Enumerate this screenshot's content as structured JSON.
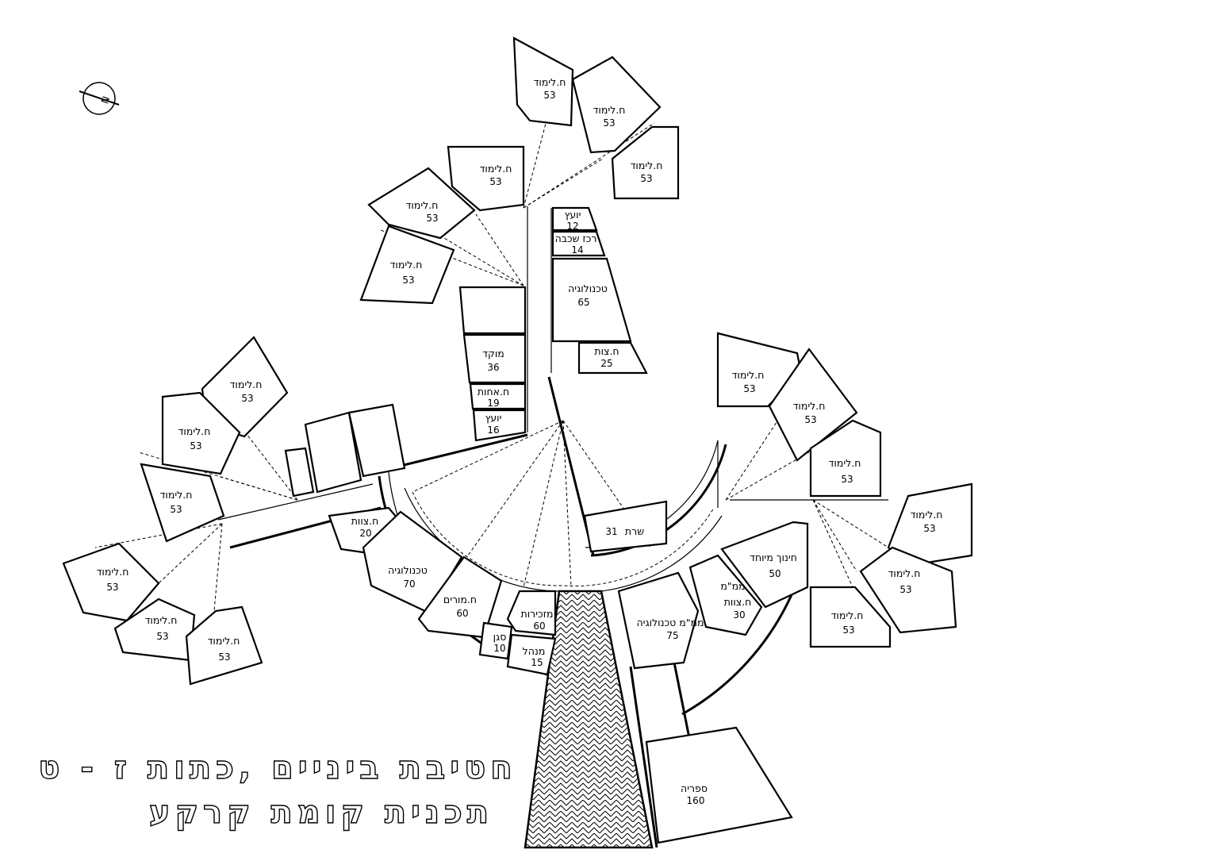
{
  "title": {
    "line1": "חטיבת ביניים ,כתות ז - ט",
    "line2": "תכנית קומת קרקע"
  },
  "north_arrow": {
    "label": "N"
  },
  "rooms": [
    {
      "name": "ח.לימוד",
      "area": "53"
    },
    {
      "name": "ח.לימוד",
      "area": "53"
    },
    {
      "name": "ח.לימוד",
      "area": "53"
    },
    {
      "name": "ח.לימוד",
      "area": "53"
    },
    {
      "name": "ח.לימוד",
      "area": "53"
    },
    {
      "name": "ח.לימוד",
      "area": "53"
    },
    {
      "name": "ח.לימוד",
      "area": "53"
    },
    {
      "name": "ח.לימוד",
      "area": "53"
    },
    {
      "name": "ח.לימוד",
      "area": "53"
    },
    {
      "name": "ח.לימוד",
      "area": "53"
    },
    {
      "name": "ח.לימוד",
      "area": "53"
    },
    {
      "name": "ח.לימוד",
      "area": "53"
    },
    {
      "name": "ח.לימוד",
      "area": "53"
    },
    {
      "name": "ח.לימוד",
      "area": "53"
    },
    {
      "name": "ח.לימוד",
      "area": "53"
    },
    {
      "name": "ח.לימוד",
      "area": "53"
    },
    {
      "name": "ח.לימוד",
      "area": "53"
    },
    {
      "name": "ח.לימוד",
      "area": "53"
    },
    {
      "name": "יועץ",
      "area": "12"
    },
    {
      "name": "רכז שכבה",
      "area": "14"
    },
    {
      "name": "טכנולוגיה",
      "area": "65"
    },
    {
      "name": "ח.צות",
      "area": "25"
    },
    {
      "name": "מוקד",
      "area": "36"
    },
    {
      "name": "ח.אחות",
      "area": "19"
    },
    {
      "name": "יועץ",
      "area": "16"
    },
    {
      "name": "ח.צוות",
      "area": "20"
    },
    {
      "name": "טכנולוגיה",
      "area": "70"
    },
    {
      "name": "ח.מורים",
      "area": "60"
    },
    {
      "name": "מזכירות",
      "area": "60"
    },
    {
      "name": "סגן",
      "area": "10"
    },
    {
      "name": "מנהל",
      "area": "15"
    },
    {
      "name": "שרת",
      "area": "31"
    },
    {
      "name": "ממ\"מ טכנולוגיה",
      "area": "75"
    },
    {
      "name": "ממ\"מ",
      "name2": "ח.צוות",
      "area": "30"
    },
    {
      "name": "חינוך מיוחד",
      "area": "50"
    },
    {
      "name": "ספריה",
      "area": "160"
    }
  ]
}
